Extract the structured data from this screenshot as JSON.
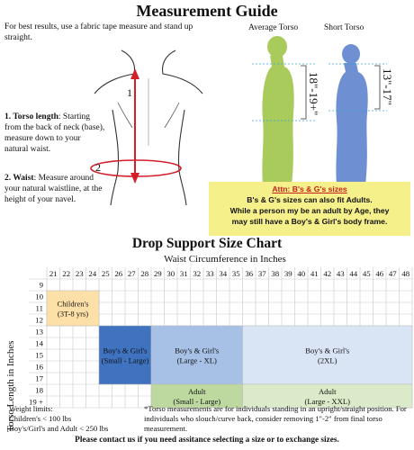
{
  "title": "Measurement Guide",
  "intro": "For best results, use a fabric tape measure and stand up straight.",
  "steps": [
    {
      "label": "1. Torso length",
      "text": ": Starting from the back of neck (base), measure down to your natural waist."
    },
    {
      "label": "2. Waist",
      "text": ": Measure around your natural waistline, at the height of your navel."
    }
  ],
  "figure": {
    "marker_1": "1",
    "marker_2": "2",
    "average_label": "Average Torso",
    "short_label": "Short Torso",
    "average_range": "18\"-19+\"",
    "short_range": "13\"-17\""
  },
  "attention": {
    "heading": "Attn: B's & G's sizes",
    "line1": "B's & G's sizes can also fit Adults.",
    "line2": "While a person my be an adult by Age, they",
    "line3": "may still have a Boy's & Girl's body frame."
  },
  "size_chart": {
    "title": "Drop Support Size Chart",
    "x_axis_title": "Waist Circumference in Inches",
    "y_axis_title": "Torso Length in Inches",
    "waist_values": [
      "21",
      "22",
      "23",
      "24",
      "25",
      "26",
      "27",
      "28",
      "29",
      "30",
      "31",
      "32",
      "33",
      "34",
      "35",
      "36",
      "37",
      "38",
      "39",
      "40",
      "41",
      "42",
      "43",
      "44",
      "45",
      "46",
      "47",
      "48"
    ],
    "torso_values": [
      "9",
      "10",
      "11",
      "12",
      "13",
      "14",
      "15",
      "16",
      "17",
      "18",
      "19 +"
    ],
    "sizes": [
      {
        "line1": "Children's",
        "line2": "(3T-8 yrs)",
        "color": "#fde0a8"
      },
      {
        "line1": "Boy's & Girl's",
        "line2": "(Small - Large)",
        "color": "#3f72bf"
      },
      {
        "line1": "Boy's & Girl's",
        "line2": "(Large - XL)",
        "color": "#a7c1e6"
      },
      {
        "line1": "Boy's & Girl's",
        "line2": "(2XL)",
        "color": "#d9e5f5"
      },
      {
        "line1": "Adult",
        "line2": "(Small - Large)",
        "color": "#bed9a0"
      },
      {
        "line1": "Adult",
        "line2": "(Large - XXL)",
        "color": "#dbebc9"
      }
    ]
  },
  "notes": {
    "limits_title": "Weight limits:",
    "limits_children": "Children's < 100 lbs",
    "limits_adult": "Boy's/Girl's and Adult < 250 lbs",
    "torso_note": "*Torso measurements are for individuals standing in an upright/straight position. For individuals who slouch/curve back, consider removing 1\"-2\" from final torso measurement."
  },
  "footer": "Please contact us if you need assitance selecting a size or to exchange sizes."
}
